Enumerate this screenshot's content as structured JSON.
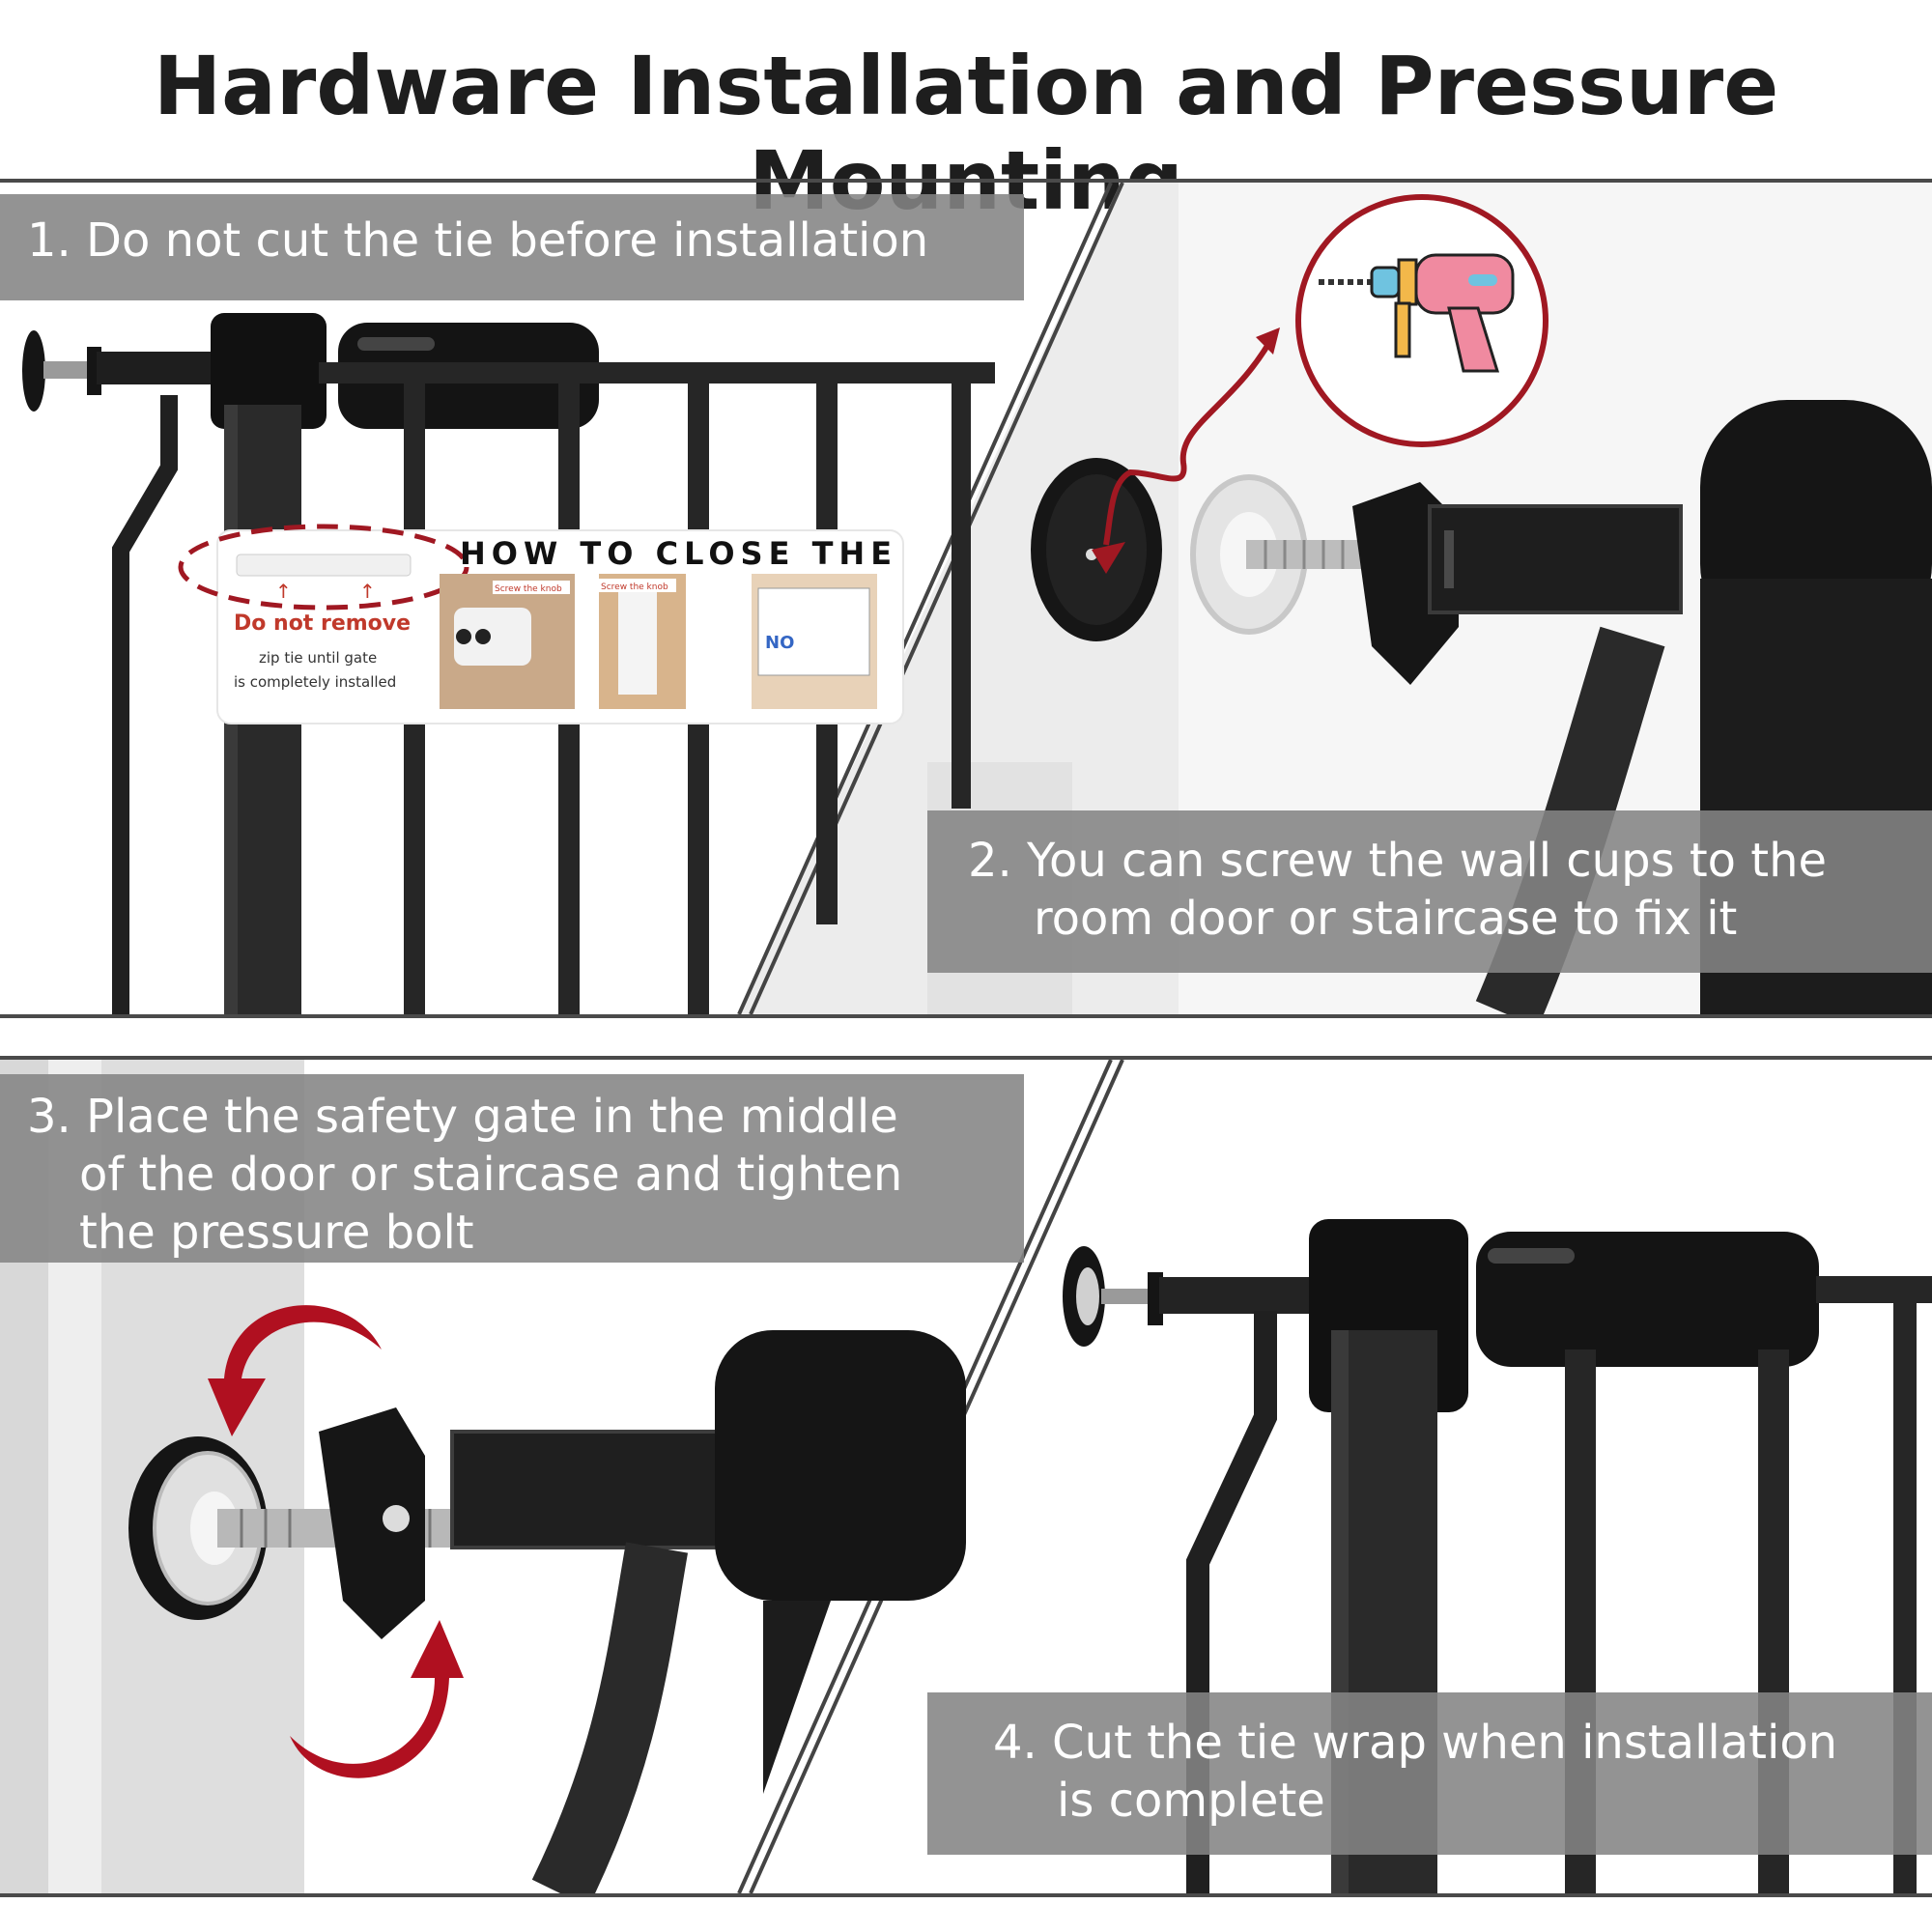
{
  "title": "Hardware Installation and Pressure Mounting",
  "steps": [
    {
      "line1": "1. Do not cut the tie before installation"
    },
    {
      "line1": "2. You can screw the wall cups to the",
      "line2": "room door or staircase to fix it"
    },
    {
      "line1": "3. Place the safety gate in the middle",
      "line2": "of the door or staircase and tighten",
      "line3": "the pressure bolt"
    },
    {
      "line1": "4. Cut the tie wrap when installation",
      "line2": "is complete"
    }
  ],
  "tag": {
    "heading": "HOW TO CLOSE THE",
    "warning": "Do not remove",
    "sub1": "zip tie until gate",
    "sub2": "is completely installed",
    "caption1": "Screw the knob",
    "caption2": "Screw the knob",
    "no_label": "NO"
  },
  "colors": {
    "gate": "#1c1c1c",
    "accent_red": "#b01020",
    "caption_bg": "#848484",
    "drill_pink": "#f08aa0"
  },
  "icons": [
    "drill-icon",
    "rotate-arrows-icon",
    "curved-arrow-icon"
  ]
}
